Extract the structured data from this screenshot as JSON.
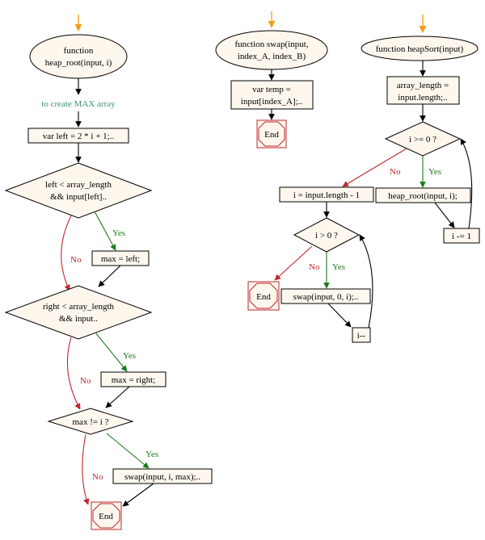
{
  "colors": {
    "node_fill": "#fdf7ee",
    "node_stroke": "#000000",
    "end_stroke": "#c0272d",
    "start_arrow": "#f39c12",
    "yes_color": "#1d7a1d",
    "no_color": "#c0272d",
    "comment_color": "#3e8e7e"
  },
  "heap_root": {
    "start_line1": "function",
    "start_line2": "heap_root(input, i)",
    "comment": "to create MAX  array",
    "left_assign": "var left = 2 * i + 1;..",
    "cond1_line1": "left < array_length",
    "cond1_line2": "&& input[left]..",
    "yes1": "Yes",
    "no1": "No",
    "max_left": "max = left;",
    "cond2_line1": "right < array_length",
    "cond2_line2": "&& input..",
    "yes2": "Yes",
    "no2": "No",
    "max_right": "max = right;",
    "cond3": "max != i ?",
    "yes3": "Yes",
    "no3": "No",
    "swap_call": "swap(input, i, max);..",
    "end": "End"
  },
  "swap": {
    "start_line1": "function swap(input,",
    "start_line2": "index_A, index_B)",
    "temp_line1": "var temp =",
    "temp_line2": "input[index_A];..",
    "end": "End"
  },
  "heapsort": {
    "start": "function heapSort(input)",
    "len_line1": "array_length =",
    "len_line2": "input.length;..",
    "cond1": "i >= 0 ?",
    "yes1": "Yes",
    "no1": "No",
    "heap_root_call": "heap_root(input, i);",
    "i_dec": "i -= 1",
    "i_assign": "i = input.length - 1",
    "cond2": "i > 0 ?",
    "yes2": "Yes",
    "no2": "No",
    "swap_call": "swap(input, 0, i);..",
    "i_minus": "i--",
    "end": "End"
  }
}
